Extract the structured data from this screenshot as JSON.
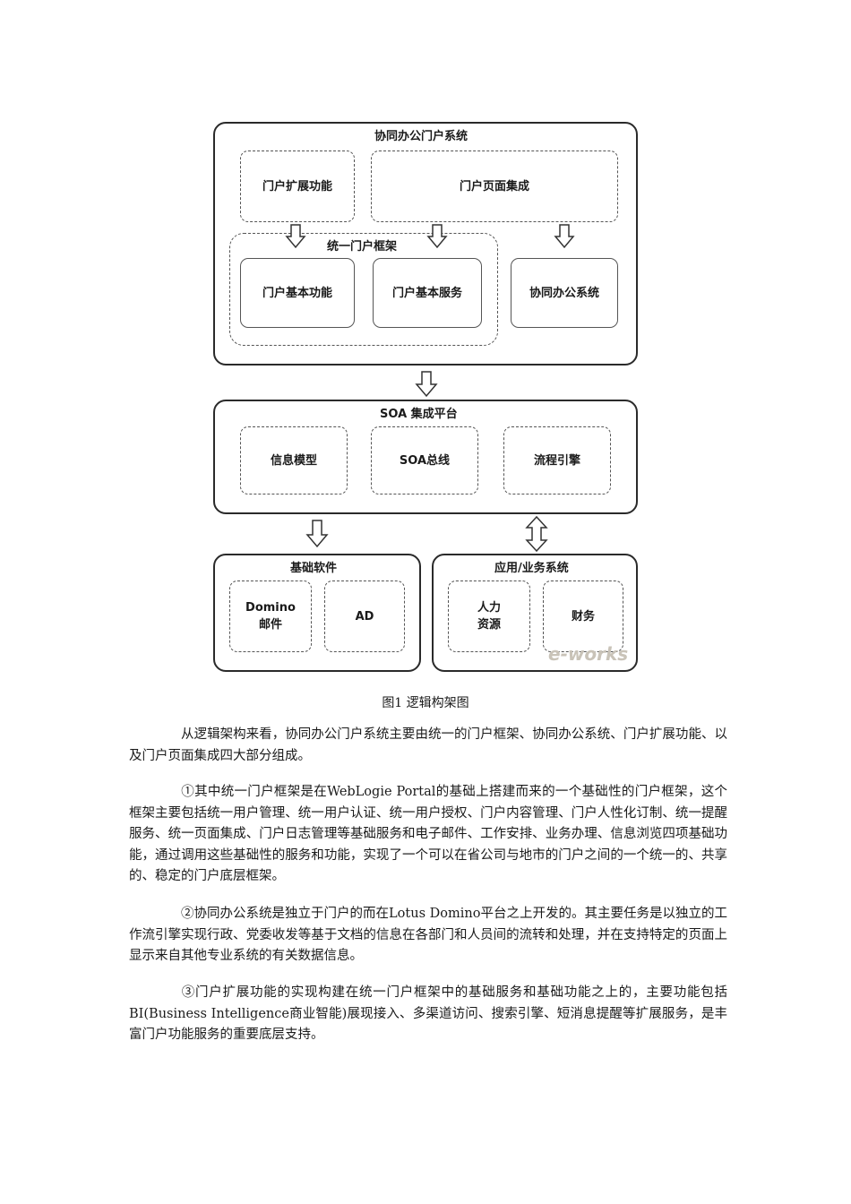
{
  "diagram": {
    "portal_system": {
      "title": "协同办公门户系统",
      "extension": "门户扩展功能",
      "page_integration": "门户页面集成",
      "framework": {
        "title": "统一门户框架",
        "basic_functions": "门户基本功能",
        "basic_services": "门户基本服务"
      },
      "office_system": "协同办公系统"
    },
    "soa_platform": {
      "title": "SOA 集成平台",
      "info_model": "信息模型",
      "soa_bus": "SOA总线",
      "workflow_engine": "流程引擎"
    },
    "base_software": {
      "title": "基础软件",
      "domino": "Domino\n邮件",
      "ad": "AD"
    },
    "business_systems": {
      "title": "应用/业务系统",
      "hr": "人力\n资源",
      "finance": "财务"
    },
    "logo": "e-works"
  },
  "caption": "图1  逻辑构架图",
  "paragraphs": [
    "从逻辑架构来看，协同办公门户系统主要由统一的门户框架、协同办公系统、门户扩展功能、以及门户页面集成四大部分组成。",
    "①其中统一门户框架是在WebLogie Portal的基础上搭建而来的一个基础性的门户框架，这个框架主要包括统一用户管理、统一用户认证、统一用户授权、门户内容管理、门户人性化订制、统一提醒服务、统一页面集成、门户日志管理等基础服务和电子邮件、工作安排、业务办理、信息浏览四项基础功能，通过调用这些基础性的服务和功能，实现了一个可以在省公司与地市的门户之间的一个统一的、共享的、稳定的门户底层框架。",
    "②协同办公系统是独立于门户的而在Lotus Domino平台之上开发的。其主要任务是以独立的工作流引擎实现行政、党委收发等基于文档的信息在各部门和人员间的流转和处理，并在支持特定的页面上显示来自其他专业系统的有关数据信息。",
    "③门户扩展功能的实现构建在统一门户框架中的基础服务和基础功能之上的，主要功能包括BI(Business Intelligence商业智能)展现接入、多渠道访问、搜索引擎、短消息提醒等扩展服务，是丰富门户功能服务的重要底层支持。"
  ]
}
